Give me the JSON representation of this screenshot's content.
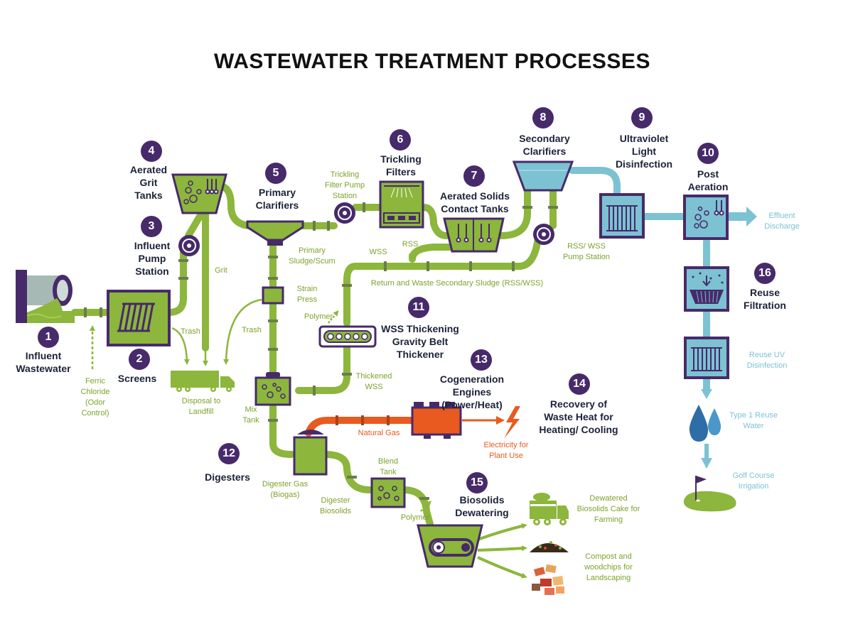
{
  "title": "WASTEWATER TREATMENT PROCESSES",
  "colors": {
    "pipe_green": "#8cb63c",
    "pipe_joint": "#6b7d4a",
    "water_blue": "#7cc2d3",
    "gas_orange": "#e85a1f",
    "equipment_purple": "#472a6a",
    "label_navy": "#1c2238"
  },
  "stages": {
    "influent_wastewater": {
      "number": "1",
      "label": "Influent Wastewater"
    },
    "screens": {
      "number": "2",
      "label": "Screens"
    },
    "influent_pump_station": {
      "number": "3",
      "label": "Influent Pump Station"
    },
    "aerated_grit_tanks": {
      "number": "4",
      "label": "Aerated Grit Tanks"
    },
    "primary_clarifiers": {
      "number": "5",
      "label": "Primary Clarifiers"
    },
    "trickling_filters": {
      "number": "6",
      "label": "Trickling Filters"
    },
    "aerated_solids_contact_tanks": {
      "number": "7",
      "label": "Aerated Solids Contact Tanks"
    },
    "secondary_clarifiers": {
      "number": "8",
      "label": "Secondary Clarifiers"
    },
    "ultraviolet_light_disinfection": {
      "number": "9",
      "label": "Ultraviolet Light Disinfection"
    },
    "post_aeration": {
      "number": "10",
      "label": "Post Aeration"
    },
    "wss_thickening": {
      "number": "11",
      "label": "WSS Thickening Gravity Belt Thickener"
    },
    "digesters": {
      "number": "12",
      "label": "Digesters"
    },
    "cogeneration_engines": {
      "number": "13",
      "label": "Cogeneration Engines (Power/Heat)"
    },
    "recovery_waste_heat": {
      "number": "14",
      "label": "Recovery of Waste Heat for Heating/ Cooling"
    },
    "biosolids_dewatering": {
      "number": "15",
      "label": "Biosolids Dewatering"
    },
    "reuse_filtration": {
      "number": "16",
      "label": "Reuse Filtration"
    }
  },
  "notes": {
    "ferric_chloride": "Ferric Chloride (Odor Control)",
    "trash_screens": "Trash",
    "grit": "Grit",
    "disposal_landfill": "Disposal to Landfill",
    "trash_strain": "Trash",
    "trickling_filter_pump_station": "Trickling Filter Pump Station",
    "primary_sludge_scum": "Primary Sludge/Scum",
    "strain_press": "Strain Press",
    "wss": "WSS",
    "rss": "RSS",
    "rss_wss_pump_station": "RSS/ WSS Pump Station",
    "return_waste_sludge": "Return and Waste Secondary Sludge (RSS/WSS)",
    "polymer_wss": "Polymer",
    "thickened_wss": "Thickened WSS",
    "mix_tank": "Mix Tank",
    "natural_gas": "Natural Gas",
    "electricity": "Electricity for Plant Use",
    "blend_tank": "Blend Tank",
    "digester_gas": "Digester Gas (Biogas)",
    "digester_biosolids": "Digester Biosolids",
    "polymer_dewatering": "Polymer",
    "dewatered_cake": "Dewatered Biosolids Cake for Farming",
    "compost_woodchips": "Compost and woodchips for Landscaping",
    "effluent_discharge": "Effluent Discharge",
    "reuse_uv_disinfection": "Reuse UV Disinfection",
    "type1_reuse_water": "Type 1 Reuse Water",
    "golf_course_irrigation": "Golf Course Irrigation"
  }
}
